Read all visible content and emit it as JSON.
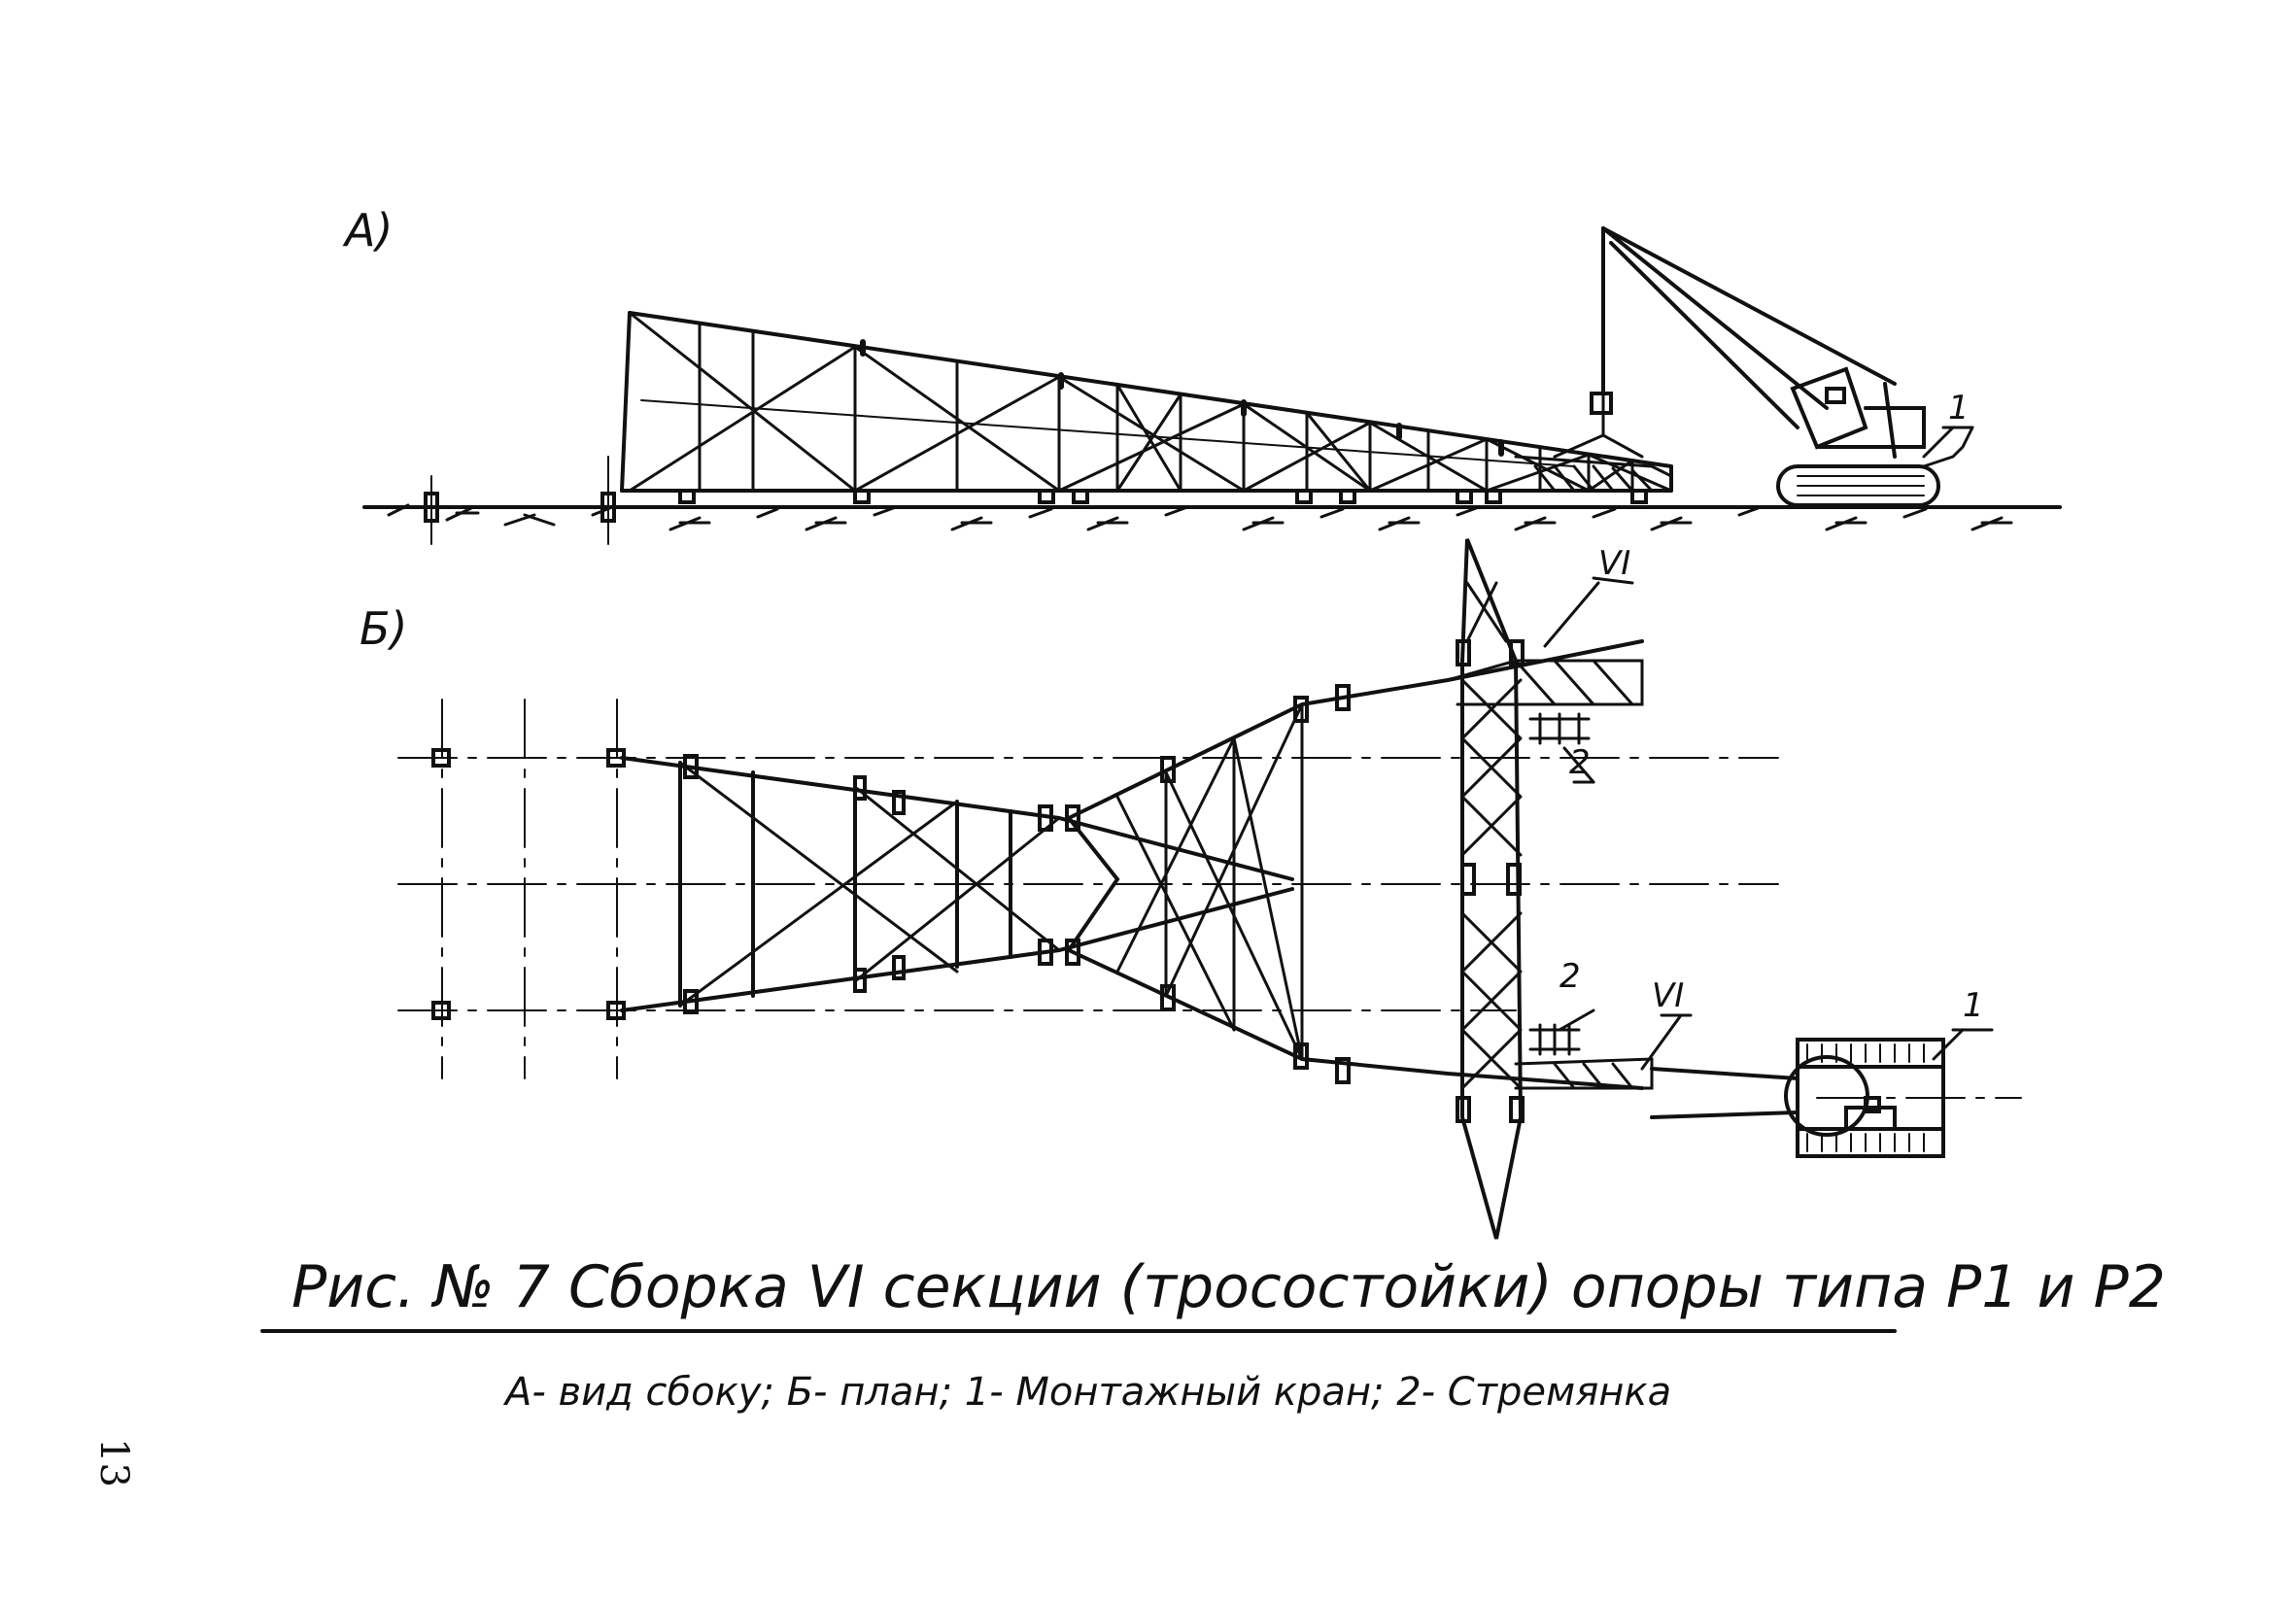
{
  "labels": {
    "view_a": "А)",
    "view_b": "Б)",
    "crane_ref_side": "1",
    "section_ref_side": "VI",
    "ladder_ref_top": "2",
    "ladder_ref_bottom": "2",
    "section_ref_plan": "VI",
    "crane_ref_plan": "1"
  },
  "caption": {
    "title": "Рис. № 7 Сборка VI секции (тросостойки) опоры типа Р1 и Р2",
    "subtitle": "А- вид сбоку; Б- план; 1- Монтажный кран; 2- Стремянка"
  },
  "page_number": "13",
  "colors": {
    "ink": "#111111",
    "paper": "#ffffff"
  }
}
